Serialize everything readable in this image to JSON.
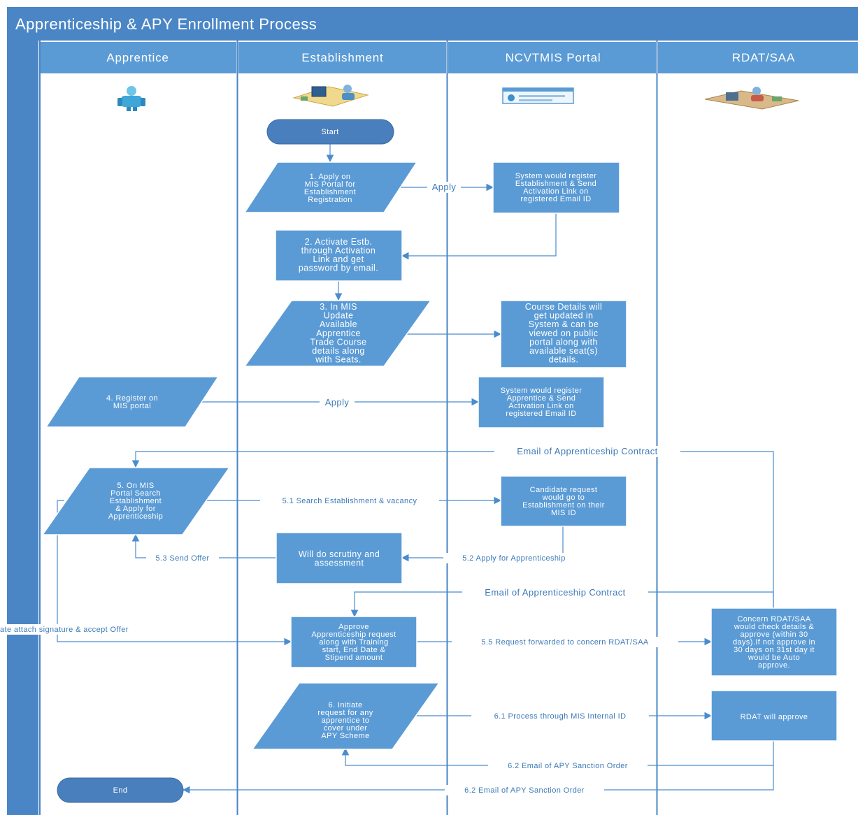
{
  "pool_title": "Apprenticeship & APY Enrollment Process",
  "lanes": [
    "Apprentice",
    "Establishment",
    "NCVTMIS Portal",
    "RDAT/SAA"
  ],
  "icons": [
    "apprentice-person-icon",
    "establishment-desk-icon",
    "portal-window-icon",
    "rdat-office-icon"
  ],
  "colors": {
    "lane_header": "#5b9bd5",
    "shape": "#5b9bd5",
    "edge": "#4a8ccd",
    "terminal": "#4a7fbd"
  },
  "nodes": {
    "start": "Start",
    "n1": [
      "1. Apply on",
      "MIS Portal for",
      "Establishment",
      "Registration"
    ],
    "p1": [
      "System would register",
      "Establishment & Send",
      "Activation Link on",
      "registered Email ID"
    ],
    "n2": [
      "2. Activate Estb.",
      "through Activation",
      "Link and get",
      "password by email."
    ],
    "n3": [
      "3. In MIS",
      "Update",
      "Available",
      "Apprentice",
      "Trade Course",
      "details along",
      "with Seats."
    ],
    "p2": [
      "Course Details will",
      "get updated in",
      "System & can be",
      "viewed on public",
      "portal along with",
      "available seat(s)",
      "details."
    ],
    "n4": [
      "4. Register on",
      "MIS portal"
    ],
    "p3": [
      "System would register",
      "Apprentice & Send",
      "Activation Link on",
      "registered Email ID"
    ],
    "n5": [
      "5. On MIS",
      "Portal Search",
      "Establishment",
      "& Apply for",
      "Apprenticeship"
    ],
    "p4": [
      "Candidate request",
      "would go to",
      "Establishment on their",
      "MIS ID"
    ],
    "e1": [
      "Will do scrutiny and",
      "assessment"
    ],
    "e2": [
      "Approve",
      "Apprenticeship request",
      "along with Training",
      "start, End Date &",
      "Stipend amount"
    ],
    "r1": [
      "Concern RDAT/SAA",
      "would check details &",
      "approve (within 30",
      "days).If not approve in",
      "30 days on 31st day it",
      "would be Auto",
      "approve."
    ],
    "n6": [
      "6. Initiate",
      "request for any",
      "apprentice to",
      "cover under",
      "APY Scheme"
    ],
    "r2": "RDAT will approve",
    "end": "End"
  },
  "edges": {
    "apply1": "Apply",
    "apply2": "Apply",
    "email_contract_1": "Email of Apprenticeship Contract",
    "search": "5.1 Search Establishment & vacancy",
    "apply_app": "5.2 Apply for Apprenticeship",
    "send_offer": "5.3 Send Offer",
    "email_contract_2": "Email of Apprenticeship Contract",
    "accept": "ate attach signature & accept Offer",
    "forward": "5.5 Request forwarded to concern RDAT/SAA",
    "process": "6.1 Process through MIS Internal ID",
    "sanction1": "6.2 Email of APY Sanction Order",
    "sanction2": "6.2 Email of APY Sanction Order"
  }
}
